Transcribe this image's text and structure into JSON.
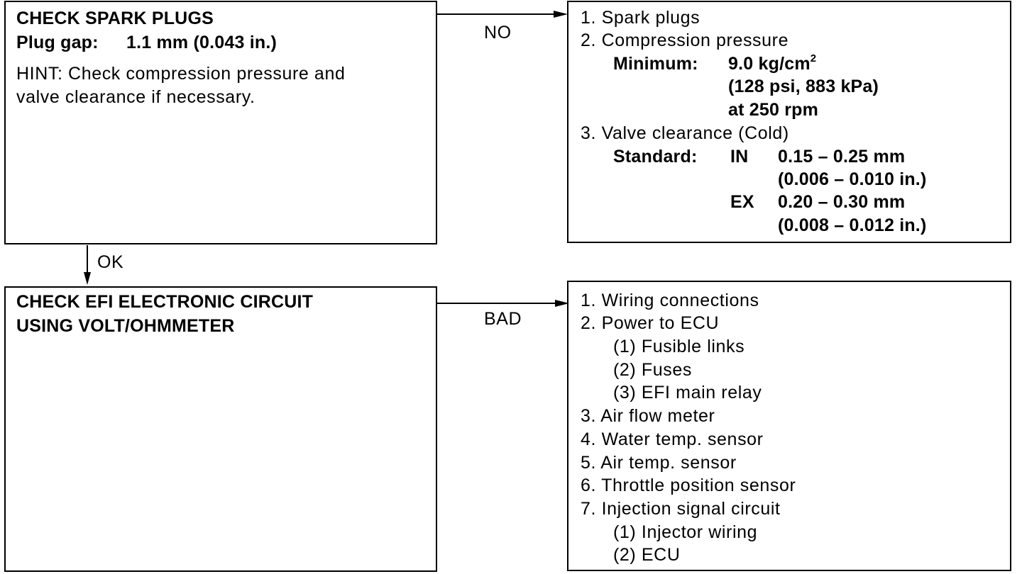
{
  "step1": {
    "title": "CHECK SPARK PLUGS",
    "spec_label": "Plug gap:",
    "spec_value": "1.1 mm (0.043 in.)",
    "hint_line1": "HINT:  Check compression pressure and",
    "hint_line2": "valve clearance if necessary."
  },
  "branch_no_label": "NO",
  "branch_ok_label": "OK",
  "branch_bad_label": "BAD",
  "no_box": {
    "item1": "1.  Spark plugs",
    "item2": "2.  Compression pressure",
    "min_label": "Minimum:",
    "min_value": "9.0 kg/cm",
    "min_value_sup": "2",
    "min_value_line2": "(128 psi, 883 kPa)",
    "min_value_line3": "at 250 rpm",
    "item3": "3.  Valve clearance (Cold)",
    "std_label": "Standard:",
    "in_label": "IN",
    "in_value": "0.15 – 0.25 mm",
    "in_value_in": "(0.006 – 0.010 in.)",
    "ex_label": "EX",
    "ex_value": "0.20 – 0.30 mm",
    "ex_value_in": "(0.008 – 0.012 in.)"
  },
  "step2": {
    "title_line1": "CHECK EFI ELECTRONIC CIRCUIT",
    "title_line2": "USING VOLT/OHMMETER"
  },
  "bad_box": {
    "items": [
      "1.  Wiring connections",
      "2.  Power to ECU",
      "(1)  Fusible links",
      "(2)  Fuses",
      "(3)  EFI main relay",
      "3.  Air flow meter",
      "4.  Water temp. sensor",
      "5.  Air temp. sensor",
      "6.  Throttle position sensor",
      "7.  Injection signal circuit",
      "(1)  Injector wiring",
      "(2)  ECU"
    ]
  }
}
